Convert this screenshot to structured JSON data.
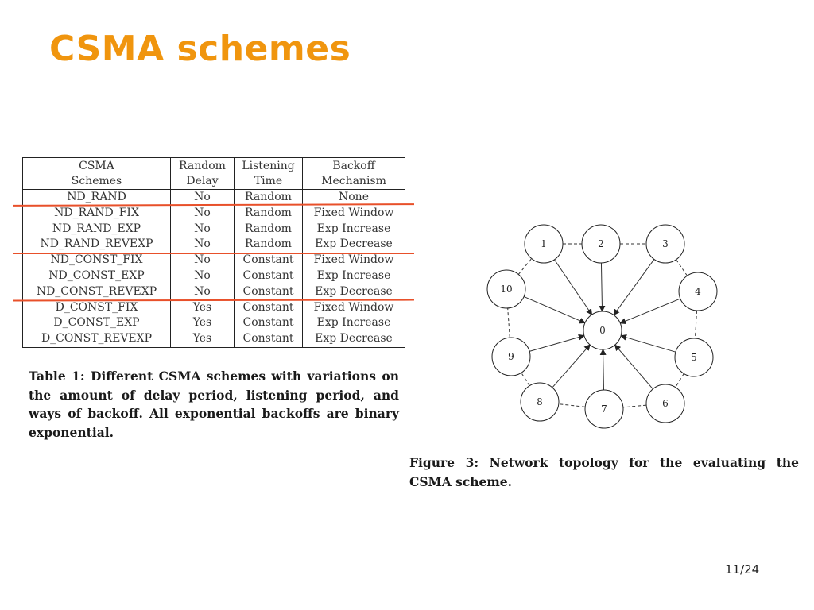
{
  "slide": {
    "title": "CSMA schemes",
    "page": "11/24"
  },
  "table": {
    "headers": [
      [
        "CSMA",
        "Schemes"
      ],
      [
        "Random",
        "Delay"
      ],
      [
        "Listening",
        "Time"
      ],
      [
        "Backoff",
        "Mechanism"
      ]
    ],
    "rows": [
      [
        "ND_RAND",
        "No",
        "Random",
        "None"
      ],
      [
        "ND_RAND_FIX",
        "No",
        "Random",
        "Fixed Window"
      ],
      [
        "ND_RAND_EXP",
        "No",
        "Random",
        "Exp Increase"
      ],
      [
        "ND_RAND_REVEXP",
        "No",
        "Random",
        "Exp Decrease"
      ],
      [
        "ND_CONST_FIX",
        "No",
        "Constant",
        "Fixed Window"
      ],
      [
        "ND_CONST_EXP",
        "No",
        "Constant",
        "Exp Increase"
      ],
      [
        "ND_CONST_REVEXP",
        "No",
        "Constant",
        "Exp Decrease"
      ],
      [
        "D_CONST_FIX",
        "Yes",
        "Constant",
        "Fixed Window"
      ],
      [
        "D_CONST_EXP",
        "Yes",
        "Constant",
        "Exp Increase"
      ],
      [
        "D_CONST_REVEXP",
        "Yes",
        "Constant",
        "Exp Decrease"
      ]
    ],
    "caption": "Table 1: Different CSMA schemes with variations on the amount of delay period, listening period, and ways of backoff. All exponential backoffs are binary exponential.",
    "highlight_color": "#e8502a"
  },
  "figure": {
    "caption": "Figure 3: Network topology for the evaluating the CSMA scheme.",
    "center_node": "0",
    "outer_nodes": [
      "1",
      "2",
      "3",
      "4",
      "5",
      "6",
      "7",
      "8",
      "9",
      "10"
    ]
  },
  "colors": {
    "title": "#f0950e",
    "annotation_lines": "#e8502a"
  }
}
